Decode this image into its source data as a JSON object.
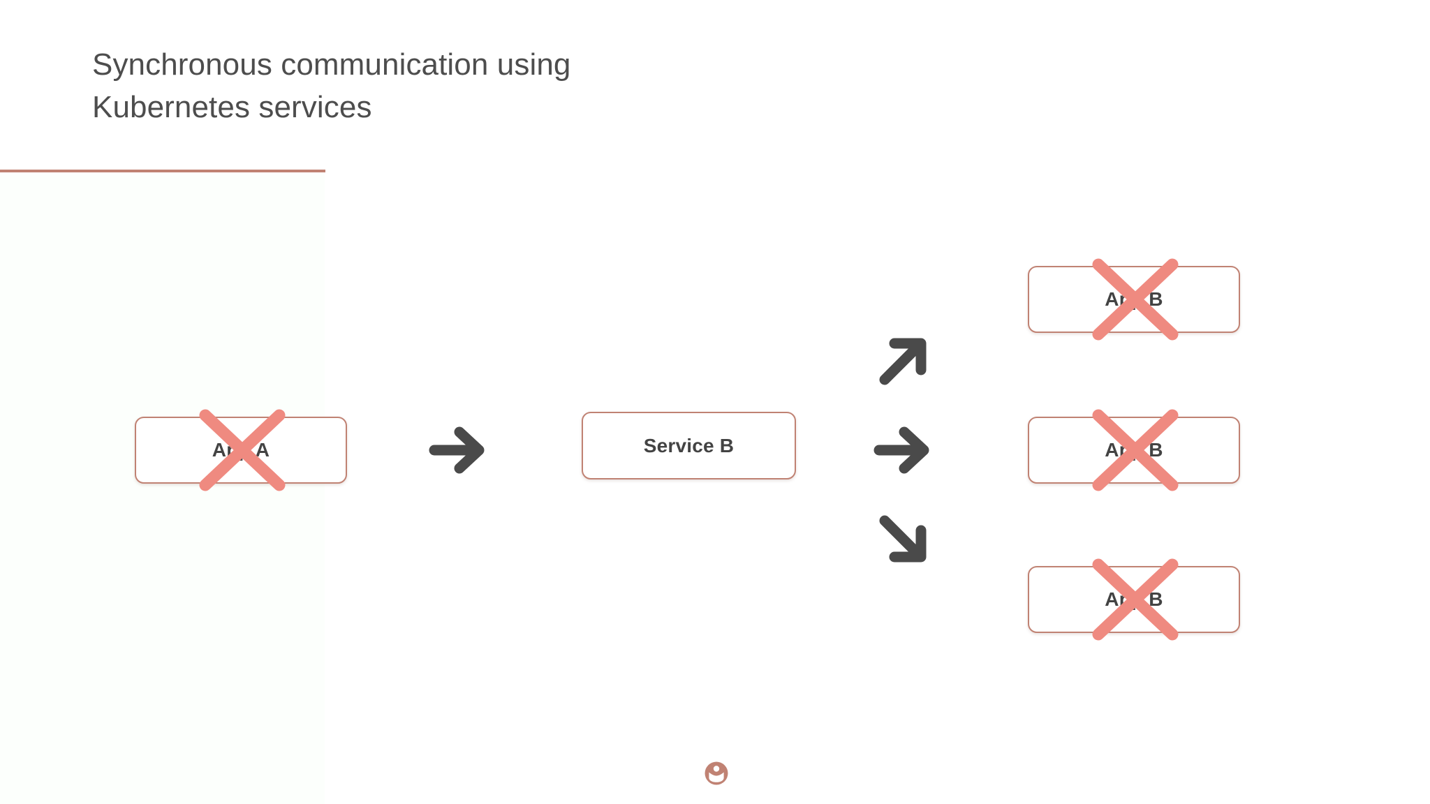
{
  "slide": {
    "title_lines": [
      "Synchronous communication using",
      "Kubernetes services"
    ],
    "title_color": "#4d4d4d",
    "accent_color": "#c08273",
    "strike_color": "#ef8a80",
    "arrow_color": "#4a4a4a",
    "background_color": "#ffffff"
  },
  "diagram": {
    "nodes": [
      {
        "id": "app-a",
        "label": "App A",
        "struck_out": true
      },
      {
        "id": "svc-b",
        "label": "Service B",
        "struck_out": false
      },
      {
        "id": "app-b-1",
        "label": "App B",
        "struck_out": true
      },
      {
        "id": "app-b-2",
        "label": "App B",
        "struck_out": true
      },
      {
        "id": "app-b-3",
        "label": "App B",
        "struck_out": true
      }
    ],
    "arrows": [
      {
        "id": "a-main",
        "direction": "right",
        "icon": "arrow-right-icon"
      },
      {
        "id": "a-up",
        "direction": "up-right",
        "icon": "arrow-up-right-icon"
      },
      {
        "id": "a-mid",
        "direction": "right",
        "icon": "arrow-right-icon"
      },
      {
        "id": "a-down",
        "direction": "down-right",
        "icon": "arrow-down-right-icon"
      }
    ],
    "strike_icon": "cross-out-icon"
  },
  "footer": {
    "logo_icon": "person-badge-logo-icon"
  }
}
